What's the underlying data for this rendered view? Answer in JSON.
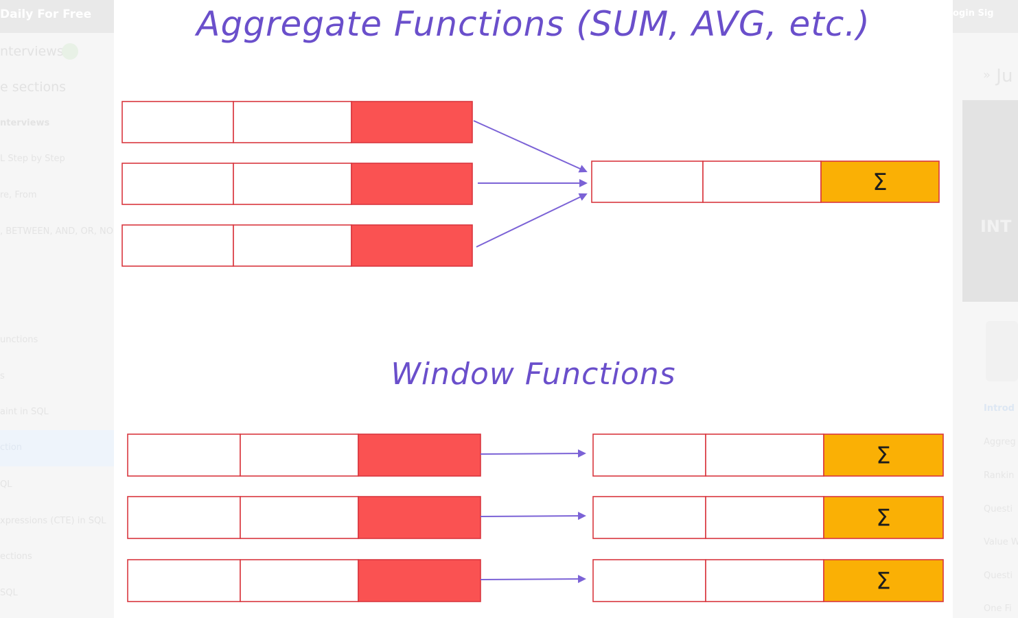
{
  "background_page": {
    "banner_text": "Daily For Free",
    "sidebar_items": [
      "nterviews",
      "e sections",
      "nterviews",
      "L Step by Step",
      "re, From",
      ", BETWEEN, AND, OR, NO",
      "unctions",
      "s",
      "aint in SQL",
      "ction",
      "QL",
      "xpressions (CTE) in SQL",
      "ections",
      "SQL"
    ],
    "right_header": "ogin   Sig",
    "right_title": "Ju",
    "right_image_text": "INT",
    "right_toc": [
      "Introd",
      "Aggreg",
      "Rankin",
      "Questi",
      "Value W",
      "Questi",
      "One Fi"
    ]
  },
  "diagram": {
    "colors": {
      "title": "#6a4fcb",
      "arrow": "#7b62d6",
      "cell_border": "#d9363e",
      "red_cell": "#fa5252",
      "result_cell": "#fab005",
      "white_cell": "#ffffff"
    },
    "aggregate_section": {
      "title": "Aggregate Functions (SUM, AVG, etc.)",
      "input_row_count": 3,
      "output_symbol": "Σ"
    },
    "window_section": {
      "title": "Window Functions",
      "input_row_count": 3,
      "output_symbols": [
        "Σ",
        "Σ",
        "Σ"
      ]
    }
  }
}
